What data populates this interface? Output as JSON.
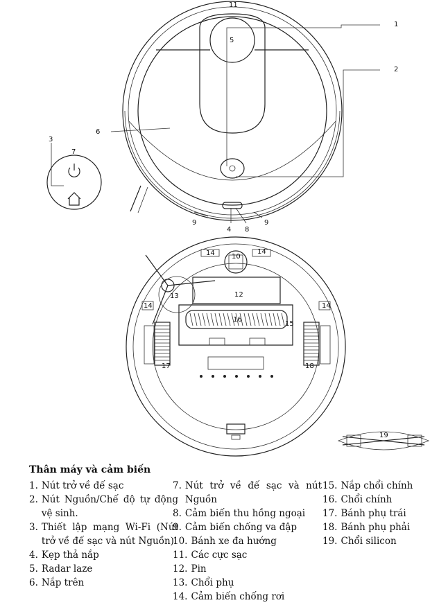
{
  "callouts": {
    "c1": "1",
    "c2": "2",
    "c3": "3",
    "c4": "4",
    "c5": "5",
    "c6": "6",
    "c7": "7",
    "c8": "8",
    "c9a": "9",
    "c9b": "9",
    "c10": "10",
    "c11": "11",
    "c12": "12",
    "c13": "13",
    "c14a": "14",
    "c14b": "14",
    "c14c": "14",
    "c14d": "14",
    "c15": "15",
    "c16": "16",
    "c17": "17",
    "c18": "18",
    "c19": "19"
  },
  "icons": {
    "power": "power-icon",
    "home": "home-icon"
  },
  "legend": {
    "title": "Thân máy và cảm biến",
    "col1": [
      {
        "n": "1.",
        "t": "Nút trở về đế sạc"
      },
      {
        "n": "2.",
        "t": "Nút Nguồn/Chế độ tự động vệ sinh."
      },
      {
        "n": "3.",
        "t": "Thiết lập mạng Wi-Fi (Nút trở về đế sạc và nút Nguồn)"
      },
      {
        "n": "4.",
        "t": "Kẹp thả nắp"
      },
      {
        "n": "5.",
        "t": "Radar laze"
      },
      {
        "n": "6.",
        "t": "Nắp trên"
      }
    ],
    "col2": [
      {
        "n": "7.",
        "t": "Nút trở về đế sạc và nút Nguồn"
      },
      {
        "n": "8.",
        "t": "Cảm biến thu hồng ngoại"
      },
      {
        "n": "9.",
        "t": "Cảm biến chống va đập"
      },
      {
        "n": "10.",
        "t": "Bánh xe đa hướng"
      },
      {
        "n": "11.",
        "t": "Các cực sạc"
      },
      {
        "n": "12.",
        "t": "Pin"
      },
      {
        "n": "13.",
        "t": "Chổi phụ"
      },
      {
        "n": "14.",
        "t": "Cảm biến chống rơi"
      }
    ],
    "col3": [
      {
        "n": "15.",
        "t": "Nắp chổi chính"
      },
      {
        "n": "16.",
        "t": "Chổi chính"
      },
      {
        "n": "17.",
        "t": "Bánh phụ trái"
      },
      {
        "n": "18.",
        "t": "Bánh phụ phải"
      },
      {
        "n": "19.",
        "t": "Chổi silicon"
      }
    ]
  }
}
